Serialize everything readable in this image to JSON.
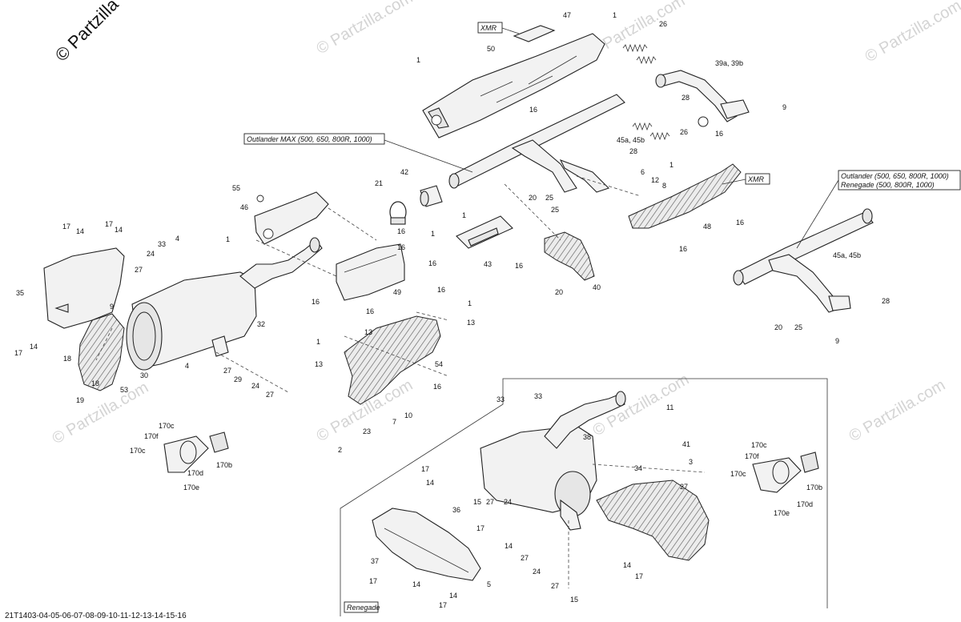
{
  "copyright": "© Partzilla",
  "watermark": "© Partzilla.com",
  "footer_code": "21T1403-04-05-06-07-08-09-10-11-12-13-14-15-16",
  "callouts": {
    "xmr_top": "XMR",
    "xmr_right": "XMR",
    "outlander_max": "Outlander MAX (500, 650, 800R, 1000)",
    "outlander_line1": "Outlander (500, 650, 800R, 1000)",
    "outlander_line2": "Renegade (500, 800R, 1000)",
    "renegade": "Renegade"
  },
  "part_numbers": [
    "47",
    "1",
    "26",
    "50",
    "1",
    "39a, 39b",
    "16",
    "28",
    "9",
    "16",
    "45a, 45b",
    "26",
    "Outlander MAX",
    "28",
    "1",
    "6",
    "12",
    "8",
    "42",
    "21",
    "20",
    "25",
    "25",
    "1",
    "55",
    "46",
    "1",
    "1",
    "16",
    "16",
    "16",
    "49",
    "16",
    "43",
    "16",
    "20",
    "40",
    "48",
    "16",
    "16",
    "45a, 45b",
    "28",
    "20",
    "25",
    "9",
    "17",
    "14",
    "17",
    "14",
    "33",
    "4",
    "24",
    "27",
    "35",
    "9",
    "14",
    "17",
    "18",
    "18",
    "30",
    "53",
    "19",
    "32",
    "16",
    "13",
    "1",
    "13",
    "16",
    "1",
    "13",
    "54",
    "16",
    "4",
    "27",
    "29",
    "24",
    "27",
    "10",
    "7",
    "23",
    "2",
    "170c",
    "170f",
    "170c",
    "170d",
    "170b",
    "170e",
    "33",
    "33",
    "11",
    "38",
    "41",
    "34",
    "3",
    "170c",
    "170f",
    "170c",
    "170b",
    "170d",
    "170e",
    "17",
    "14",
    "15",
    "27",
    "24",
    "27",
    "36",
    "17",
    "14",
    "27",
    "24",
    "27",
    "15",
    "5",
    "37",
    "17",
    "14",
    "14",
    "17",
    "14",
    "17"
  ]
}
